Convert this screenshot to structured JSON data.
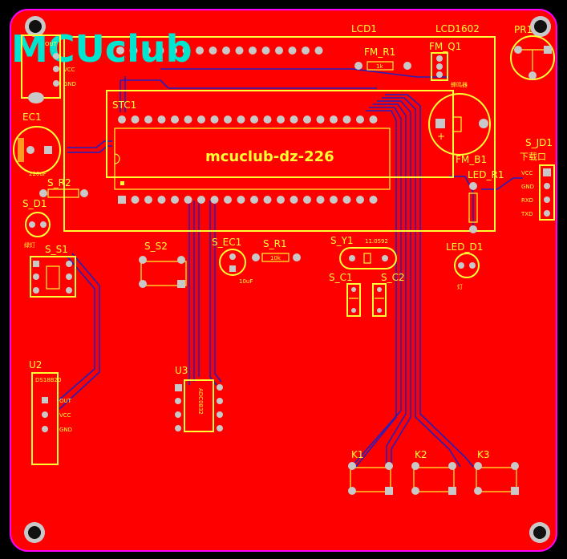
{
  "brand": {
    "logo_text": "MCUclub",
    "board_id": "mcuclub-dz-226"
  },
  "colors": {
    "board": "#ff0000",
    "silk": "#ffff33",
    "trace": "#2020c0",
    "pad": "#c8c8c8",
    "outline": "#ff00ff",
    "logo": "#00e5d0"
  },
  "components": {
    "lcd1": "LCD1",
    "lcd1602": "LCD1602",
    "fm_r1": "FM_R1",
    "fm_q1": "FM_Q1",
    "pr1": "PR1",
    "ec1": "EC1",
    "ec1_value": "220uF",
    "stc1": "STC1",
    "s_r2": "S_R2",
    "s_d1": "S_D1",
    "s_d1_note": "绿灯",
    "s_s1": "S_S1",
    "s_s2": "S_S2",
    "s_ec1": "S_EC1",
    "s_ec1_value": "10uF",
    "s_r1": "S_R1",
    "s_r1_value": "10k",
    "s_y1": "S_Y1",
    "s_y1_value": "11.0592",
    "s_c1": "S_C1",
    "s_c2": "S_C2",
    "fm_b1": "FM_B1",
    "buzzer_note": "蜂鸣器",
    "led_r1": "LED_R1",
    "led_d1": "LED_D1",
    "led_d1_note": "灯",
    "s_jd1": "S_JD1",
    "s_jd1_note": "下载口",
    "u2": "U2",
    "u2_chip": "DS18B20",
    "u3": "U3",
    "u3_chip": "ADC0832",
    "k1": "K1",
    "k2": "K2",
    "k3": "K3",
    "fm_r1_value": "1k"
  },
  "pin_labels": {
    "vcc": "VCC",
    "gnd": "GND",
    "rxd": "RXD",
    "txd": "TXD",
    "out": "OUT"
  }
}
